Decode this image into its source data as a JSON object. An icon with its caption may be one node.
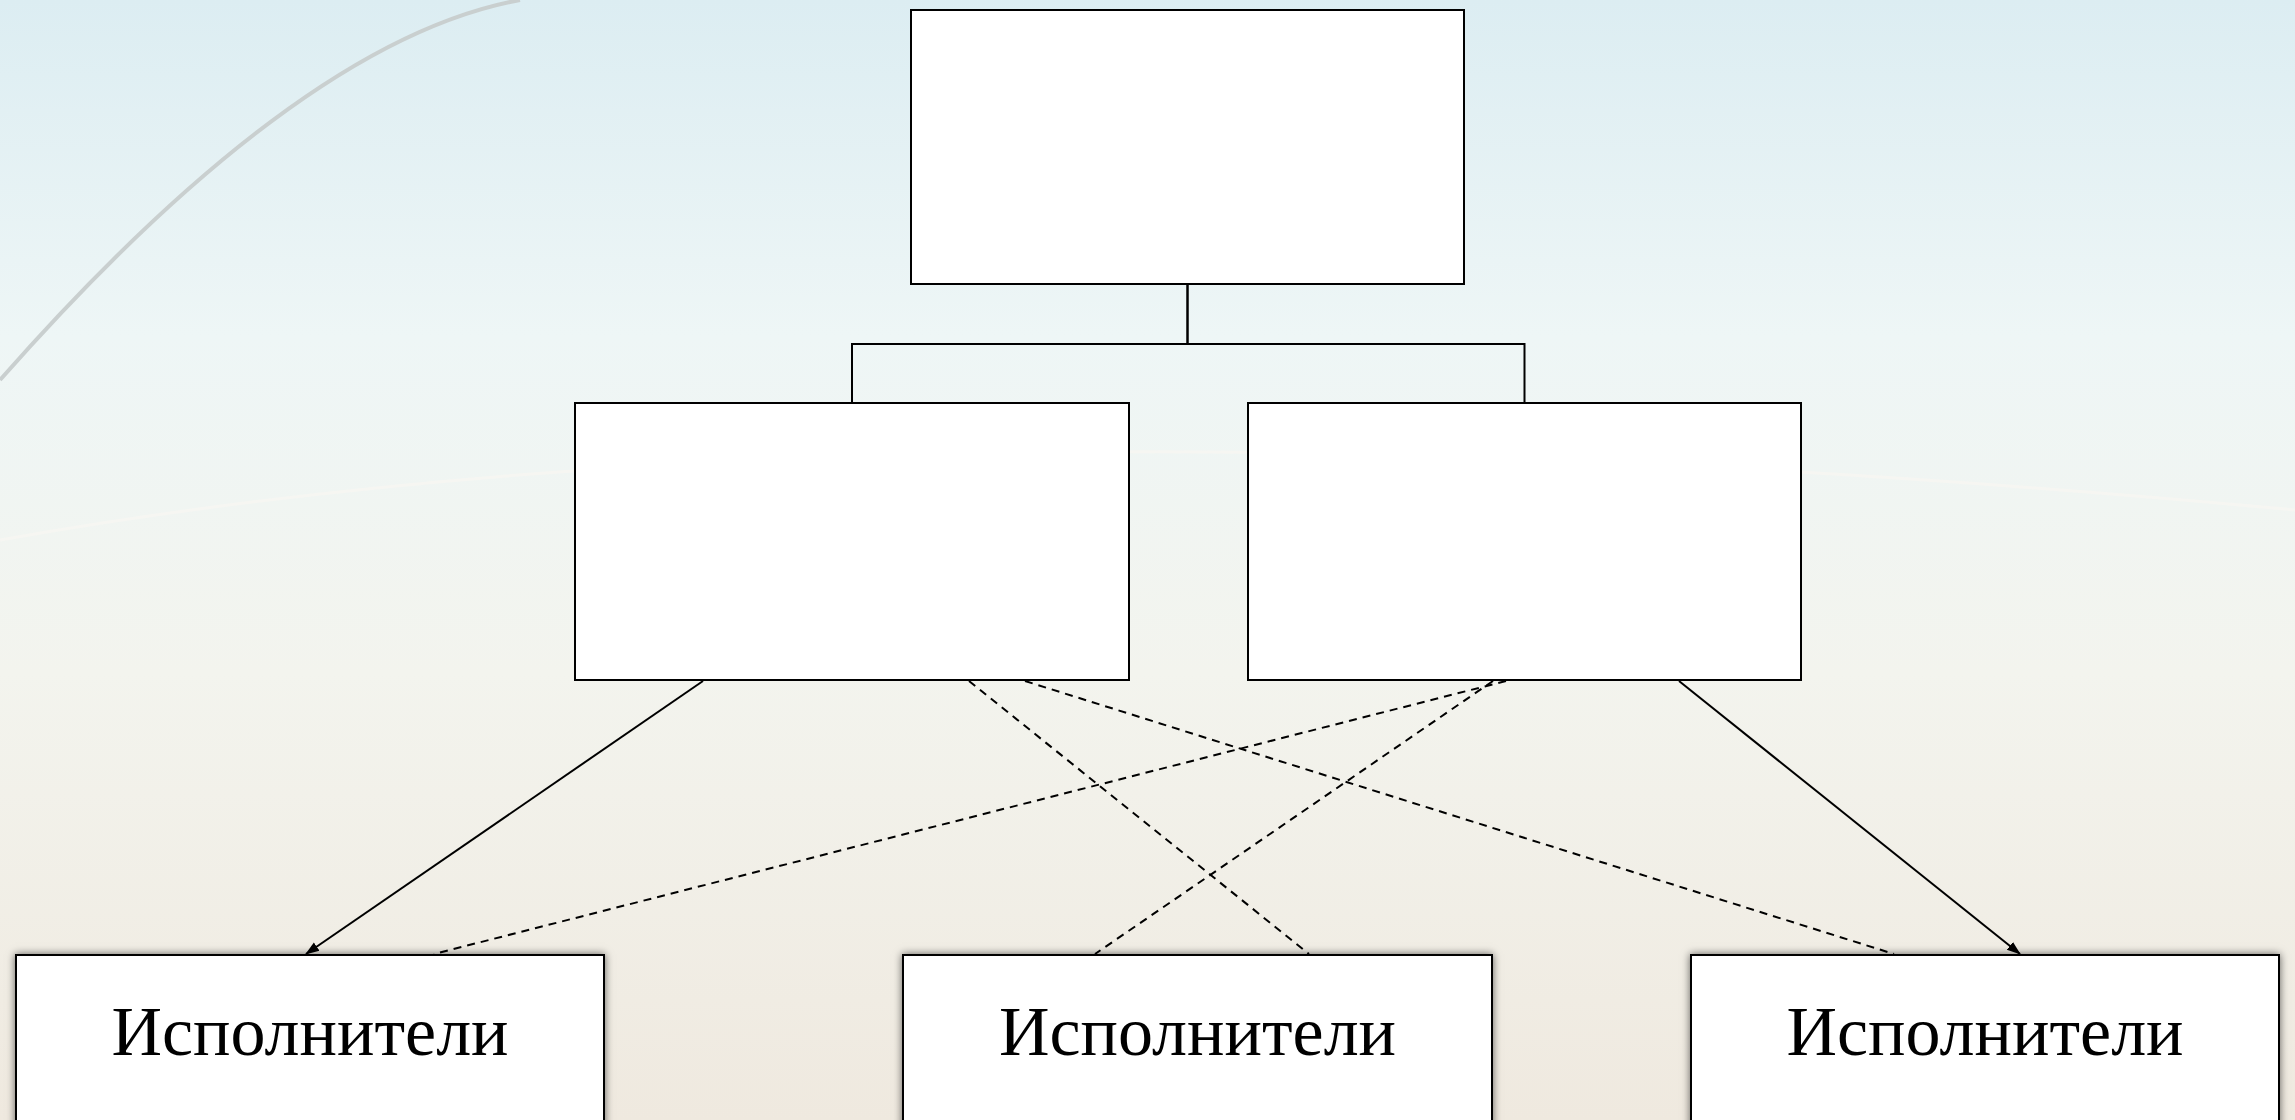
{
  "diagram": {
    "nodes": [
      {
        "text": [],
        "shape": "box"
      },
      {
        "text": [],
        "shape": "box"
      },
      {
        "text": [],
        "shape": "box"
      },
      {
        "text": [
          "Исполнители"
        ]
      },
      {
        "text": [
          "Исполнители"
        ]
      },
      {
        "text": [
          "Исполнители"
        ]
      }
    ],
    "edges": [
      {
        "from": 0,
        "to": 1,
        "arrow": "none"
      },
      {
        "from": 0,
        "to": 2,
        "arrow": "none"
      },
      {
        "from": 1,
        "to": 3,
        "arrow": "to"
      },
      {
        "from": 1,
        "to": 5,
        "arrow": "none",
        "style": "dashed"
      },
      {
        "from": 1,
        "to": 4,
        "arrow": "none",
        "style": "dashed"
      },
      {
        "from": 2,
        "to": 3,
        "arrow": "none",
        "style": "dashed"
      },
      {
        "from": 2,
        "to": 4,
        "arrow": "none",
        "style": "dashed"
      },
      {
        "from": 2,
        "to": 5,
        "arrow": "to"
      }
    ]
  }
}
